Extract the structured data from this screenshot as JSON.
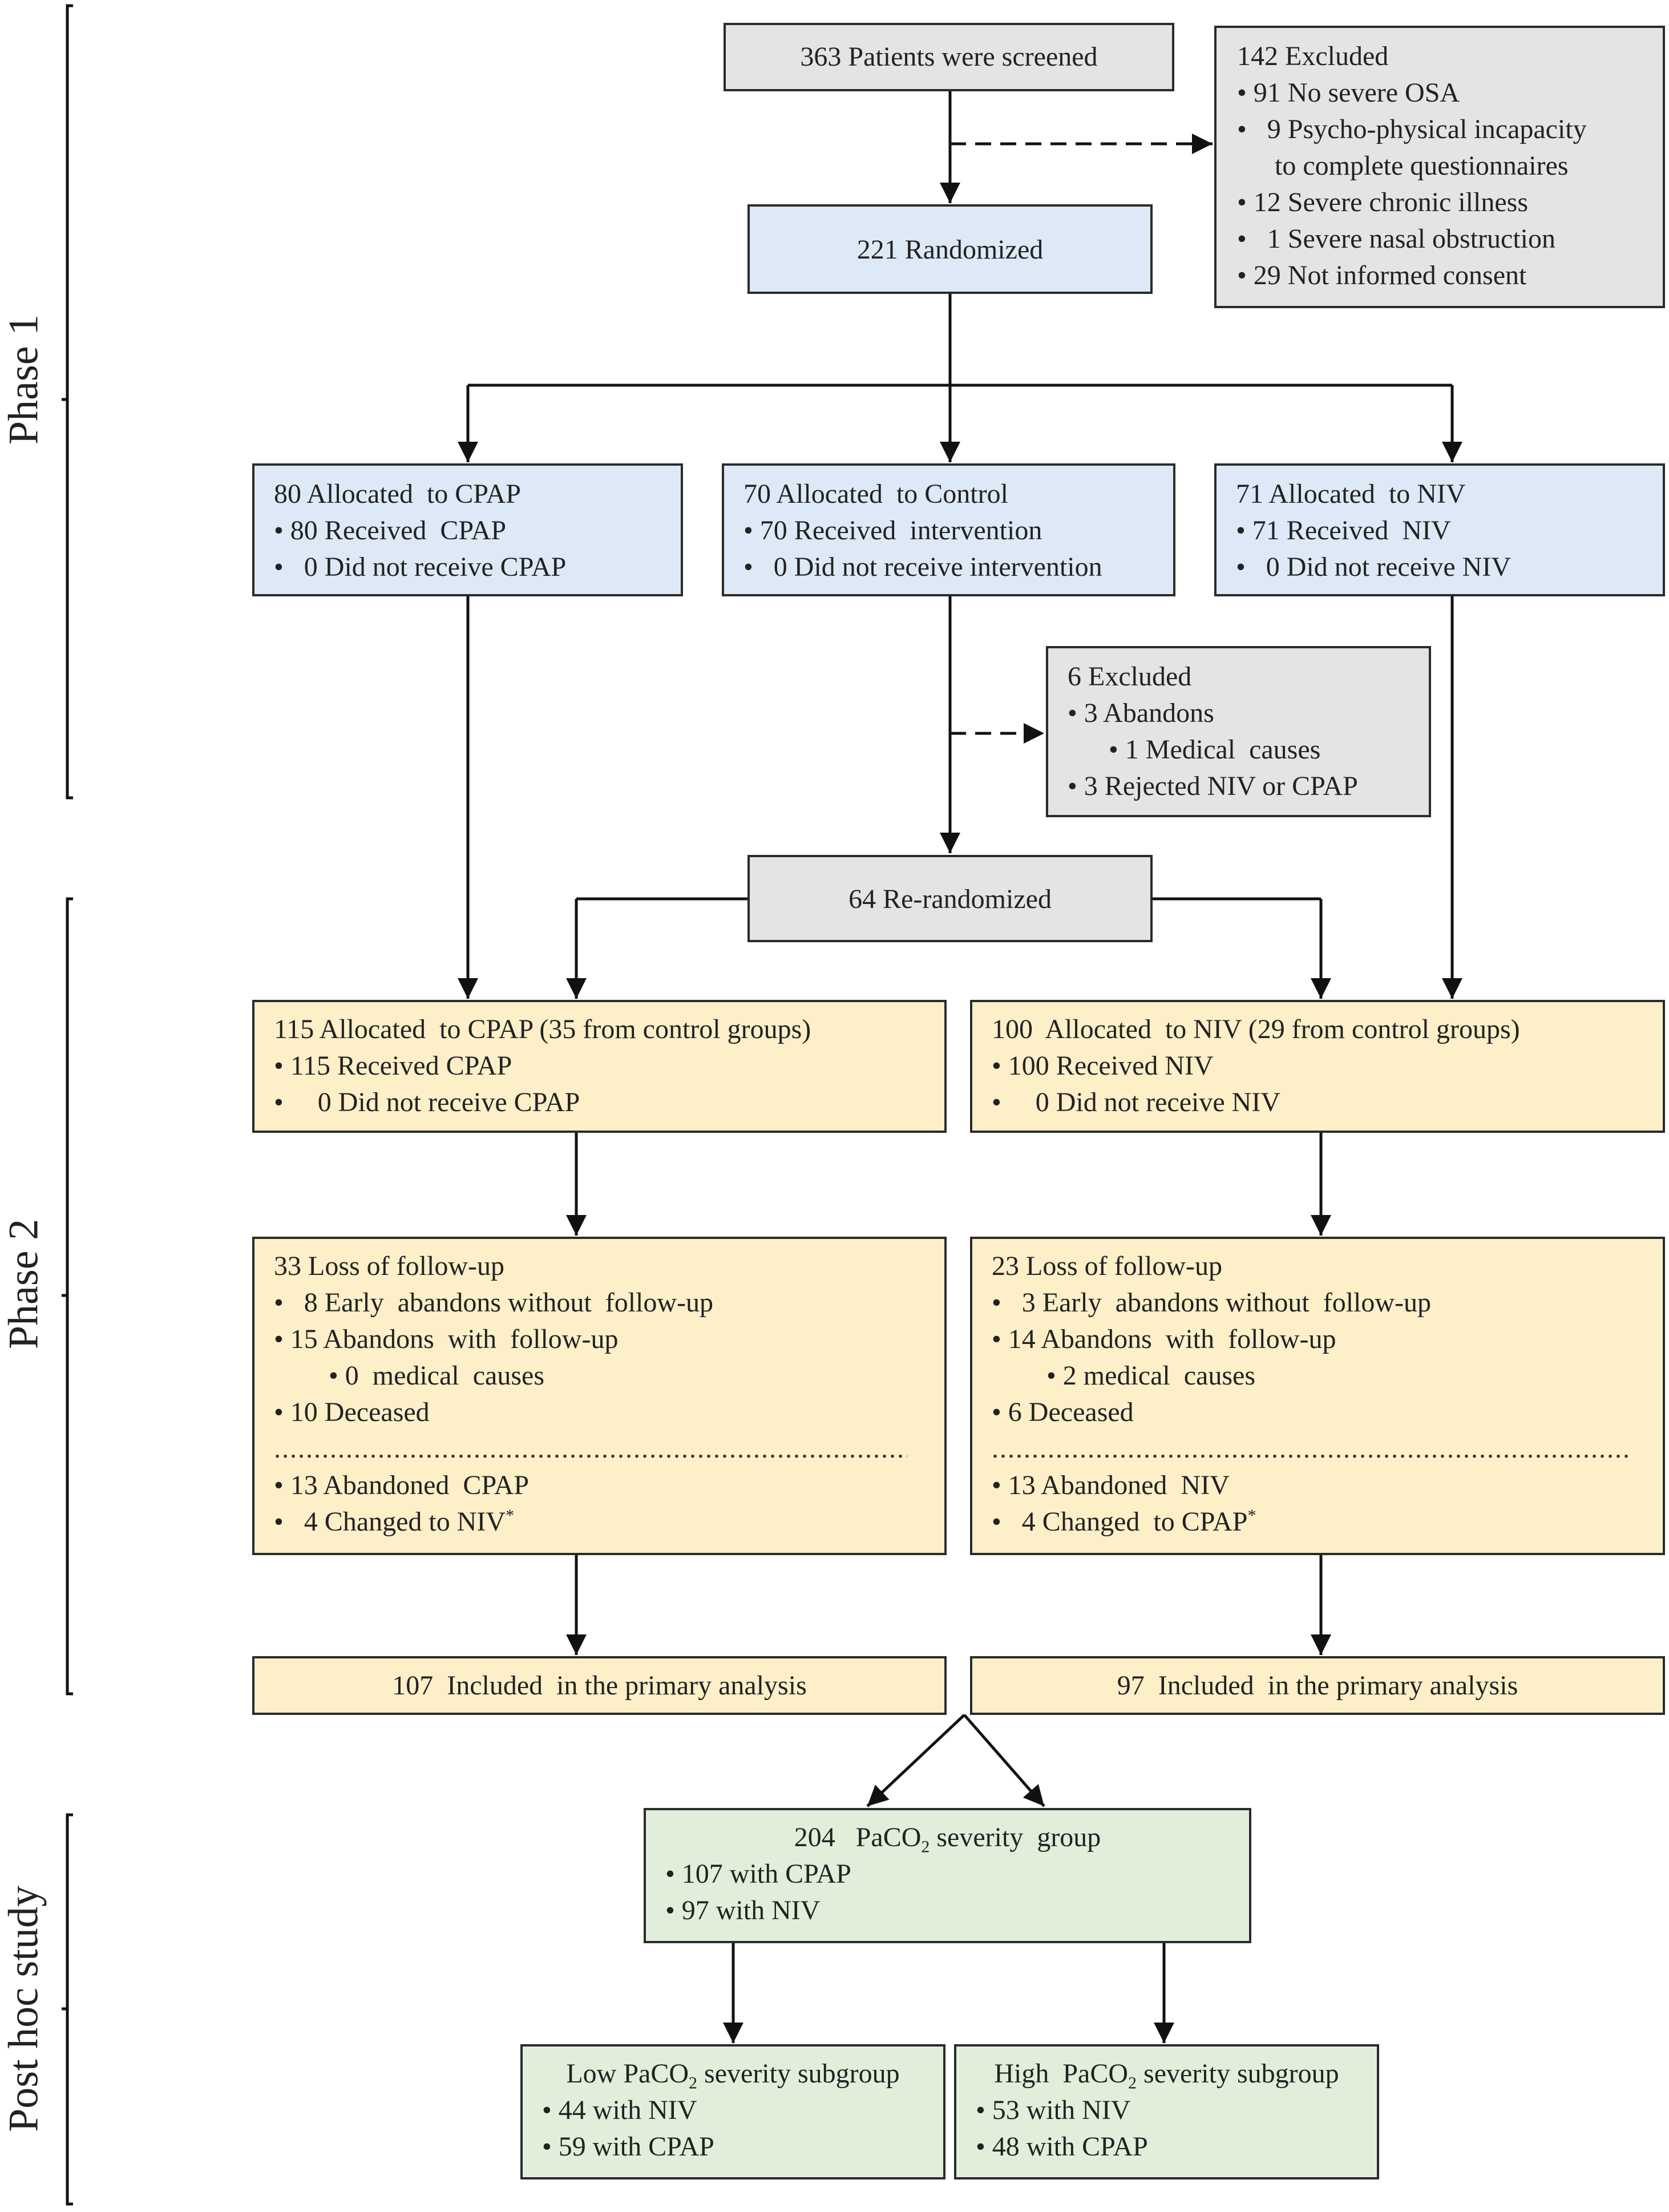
{
  "phases": {
    "phase1": "Phase 1",
    "phase2": "Phase 2",
    "posthoc": "Post hoc study"
  },
  "screened": {
    "title": "363 Patients were screened"
  },
  "excluded1": {
    "title": "142 Excluded",
    "items": [
      "• 91 No severe OSA",
      "•   9 Psycho-physical incapacity",
      "   to complete questionnaires",
      "• 12 Severe chronic illness",
      "•   1 Severe nasal obstruction",
      "• 29 Not informed consent"
    ]
  },
  "randomized": {
    "title": "221 Randomized"
  },
  "alloc_cpap": {
    "title": "80 Allocated  to CPAP",
    "items": [
      "• 80 Received  CPAP",
      "•   0 Did not receive CPAP"
    ]
  },
  "alloc_control": {
    "title": "70 Allocated  to Control",
    "items": [
      "• 70 Received  intervention",
      "•   0 Did not receive intervention"
    ]
  },
  "alloc_niv": {
    "title": "71 Allocated  to NIV",
    "items": [
      "• 71 Received  NIV",
      "•   0 Did not receive NIV"
    ]
  },
  "excluded2": {
    "title": "6 Excluded",
    "items": [
      "• 3 Abandons",
      "      • 1 Medical  causes",
      "• 3 Rejected NIV or CPAP"
    ]
  },
  "rerandomized": {
    "title": "64 Re-randomized"
  },
  "p2_cpap": {
    "title": "115 Allocated  to CPAP (35 from control groups)",
    "items": [
      "• 115 Received CPAP",
      "•     0 Did not receive CPAP"
    ]
  },
  "p2_niv": {
    "title": "100  Allocated  to NIV (29 from control groups)",
    "items": [
      "• 100 Received NIV",
      "•     0 Did not receive NIV"
    ]
  },
  "loss_cpap": {
    "title": "33 Loss of follow-up",
    "items": [
      "•   8 Early  abandons without  follow-up",
      "• 15 Abandons  with  follow-up",
      "        • 0  medical  causes",
      "• 10 Deceased"
    ],
    "dots": "....................................................................................................................",
    "items2": [
      "• 13 Abandoned  CPAP",
      "•   4 Changed to NIV"
    ],
    "mark": "*"
  },
  "loss_niv": {
    "title": "23 Loss of follow-up",
    "items": [
      "•   3 Early  abandons without  follow-up",
      "• 14 Abandons  with  follow-up",
      "        • 2 medical  causes",
      "• 6 Deceased"
    ],
    "dots": "....................................................................................................................",
    "items2": [
      "• 13 Abandoned  NIV",
      "•   4 Changed  to CPAP"
    ],
    "mark": "*"
  },
  "included_cpap": {
    "title": "107  Included  in the primary analysis"
  },
  "included_niv": {
    "title": "97  Included  in the primary analysis"
  },
  "paco2_group": {
    "title_pre": "204   PaCO",
    "title_sub": "2",
    "title_post": " severity  group",
    "items": [
      "• 107 with CPAP",
      "• 97 with NIV"
    ]
  },
  "low_group": {
    "title_pre": "Low PaCO",
    "title_sub": "2",
    "title_post": " severity subgroup",
    "items": [
      "• 44 with NIV",
      "• 59 with CPAP"
    ]
  },
  "high_group": {
    "title_pre": "High  PaCO",
    "title_sub": "2",
    "title_post": " severity subgroup",
    "items": [
      "• 53 with NIV",
      "• 48 with CPAP"
    ]
  }
}
